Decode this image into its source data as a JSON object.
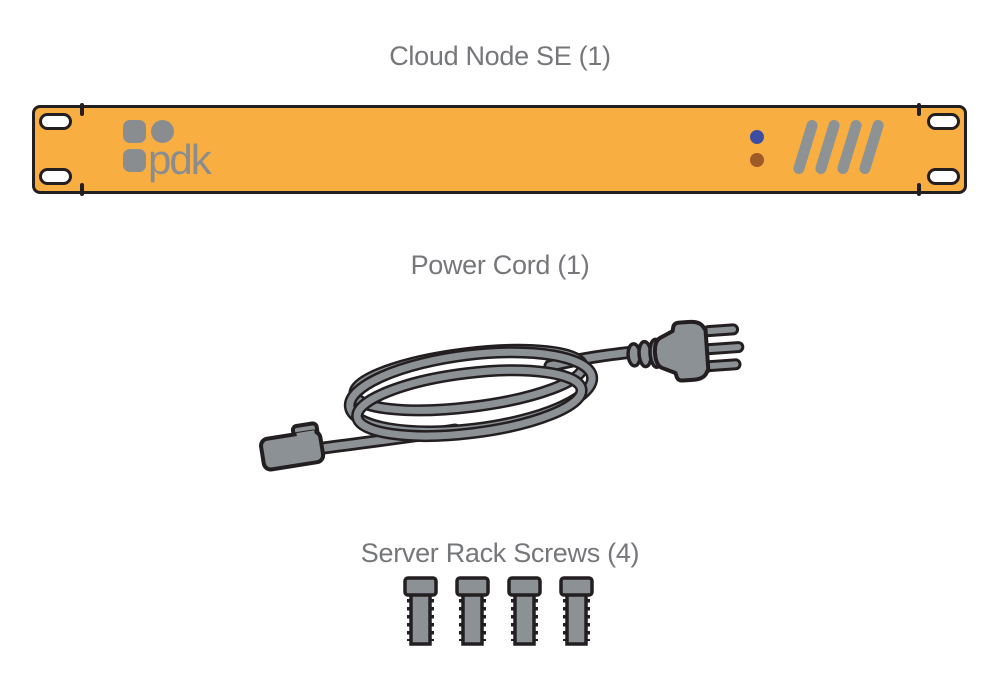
{
  "titles": {
    "cloud_node": "Cloud Node SE (1)",
    "power_cord": "Power Cord (1)",
    "rack_screws": "Server Rack Screws (4)"
  },
  "device": {
    "logo_text": "pdk",
    "front_panel": {
      "panel_color": "#F9AE41",
      "outline_color": "#231F20",
      "mounting_slot_count": 4,
      "vent_slash_count": 4,
      "leds": [
        {
          "name": "status-led-blue",
          "color": "#3C4EA4"
        },
        {
          "name": "status-led-amber",
          "color": "#9C5B28"
        }
      ]
    }
  },
  "power_cord": {
    "cable_color": "#8C9196",
    "outline_color": "#231F20",
    "plug_prong_count": 3
  },
  "screws": {
    "count": 4,
    "color": "#8C9196"
  },
  "text_color": "#76777A"
}
